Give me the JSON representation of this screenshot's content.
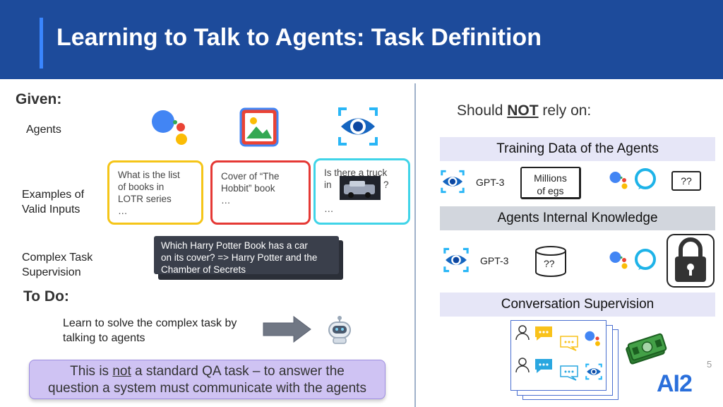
{
  "slide": {
    "title": "Learning to Talk to Agents: Task Definition",
    "page_number": "5"
  },
  "left": {
    "given_heading": "Given:",
    "agents_label": "Agents",
    "examples_label_line1": "Examples of",
    "examples_label_line2": "Valid Inputs",
    "complex_label_line1": "Complex Task",
    "complex_label_line2": "Supervision",
    "cards": [
      {
        "line1": "What is the list",
        "line2": "of books in",
        "line3": "LOTR series",
        "line4": "…"
      },
      {
        "line1": "Cover of “The",
        "line2": "Hobbit” book",
        "line3": "…"
      },
      {
        "line1": "Is there a truck",
        "line2_pre": "in",
        "line2_post": "?",
        "line3": "…"
      }
    ],
    "supervision_text_line1": "Which Harry Potter Book has a car",
    "supervision_text_line2": "on its cover? => Harry Potter and the",
    "supervision_text_line3": "Chamber of Secrets",
    "todo_heading": "To Do:",
    "todo_text_line1": "Learn to solve the complex task by",
    "todo_text_line2": "talking to agents",
    "note_pre": "This is ",
    "note_emph": "not",
    "note_post": " a standard QA task –  to answer the",
    "note_line2": "question a system must communicate with the agents"
  },
  "right": {
    "should_pre": "Should ",
    "should_not": "NOT",
    "should_post": " rely on:",
    "band1": "Training Data of the Agents",
    "row1_gpt3": "GPT-3",
    "row1_millions_line1": "Millions",
    "row1_millions_line2": "of egs",
    "row1_unknown": "??",
    "band2": "Agents Internal Knowledge",
    "row2_gpt3": "GPT-3",
    "row2_unknown": "??",
    "band3": "Conversation Supervision",
    "logo_text": "AI2"
  },
  "colors": {
    "header": "#1d4b9b",
    "accent": "#3a86ff",
    "yellow": "#f5c518",
    "red": "#e53935",
    "cyan": "#40d4e8",
    "note_bg": "#cfc3f3"
  },
  "icons": [
    "google-assistant-icon",
    "image-app-icon",
    "vision-eye-icon",
    "robot-icon",
    "arrow-right-icon",
    "alexa-icon",
    "database-icon",
    "lock-icon",
    "person-icon",
    "chat-bubble-icon",
    "money-icon"
  ]
}
